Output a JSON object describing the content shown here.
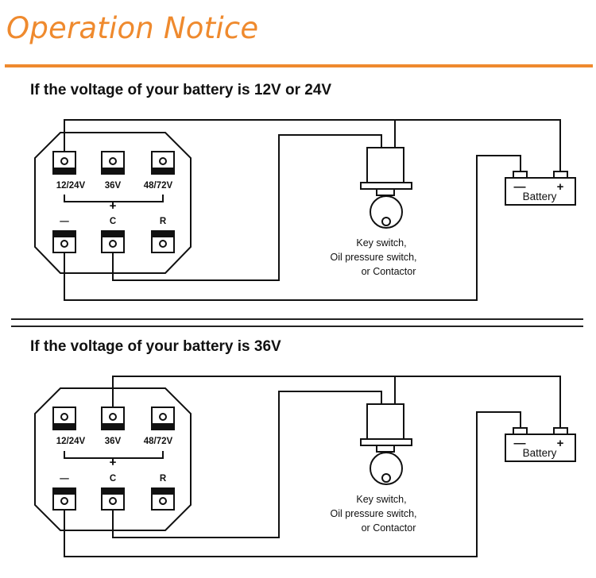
{
  "page": {
    "title": "Operation Notice",
    "accent_color": "#ef8a2e"
  },
  "diagrams": [
    {
      "heading": "If the voltage of your battery is 12V or 24V",
      "connected_terminal": "12/24V",
      "terminals_top": [
        "12/24V",
        "36V",
        "48/72V"
      ],
      "plus_symbol": "+",
      "terminals_bottom": [
        "—",
        "C",
        "R"
      ],
      "switch_label": [
        "Key switch,",
        "Oil pressure switch,",
        "or Contactor"
      ],
      "battery_label": "Battery",
      "battery_minus": "—",
      "battery_plus": "+"
    },
    {
      "heading": "If the voltage of your battery is 36V",
      "connected_terminal": "36V",
      "terminals_top": [
        "12/24V",
        "36V",
        "48/72V"
      ],
      "plus_symbol": "+",
      "terminals_bottom": [
        "—",
        "C",
        "R"
      ],
      "switch_label": [
        "Key switch,",
        "Oil pressure switch,",
        "or Contactor"
      ],
      "battery_label": "Battery",
      "battery_minus": "—",
      "battery_plus": "+"
    }
  ]
}
